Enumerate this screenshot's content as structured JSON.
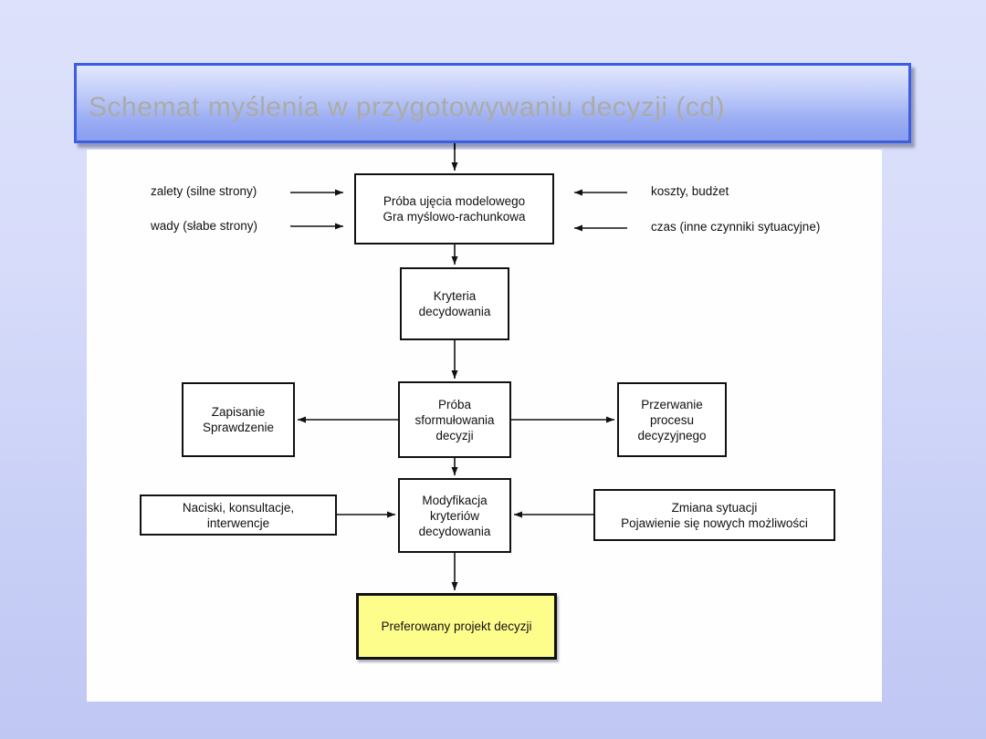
{
  "slide": {
    "title": "Schemat myślenia w przygotowywaniu decyzji (cd)"
  },
  "colors": {
    "background_top": "#dde1fb",
    "background_bottom": "#bfc7f3",
    "banner_border": "#3c5fe2",
    "banner_gradient_top": "#e2e8fd",
    "banner_gradient_bottom": "#8a9df0",
    "title_text": "#abaca6",
    "panel_background": "#fefefe",
    "node_border": "#111111",
    "node_fill": "#ffffff",
    "highlight_node_fill": "#fdfd8b",
    "arrow": "#111111"
  },
  "flowchart": {
    "nodes": {
      "model": {
        "label": "Próba ujęcia modelowego\nGra myślowo-rachunkowa"
      },
      "kryteria": {
        "label": "Kryteria\ndecydowania"
      },
      "zapisanie": {
        "label": "Zapisanie\nSprawdzenie"
      },
      "proba": {
        "label": "Próba\nsformułowania\ndecyzji"
      },
      "przerwanie": {
        "label": "Przerwanie\nprocesu\ndecyzyjnego"
      },
      "naciski": {
        "label": "Naciski,  konsultacje,\ninterwencje"
      },
      "modyfikacja": {
        "label": "Modyfikacja\nkryteriów\ndecydowania"
      },
      "zmiana": {
        "label": "Zmiana sytuacji\nPojawienie się nowych możliwości"
      },
      "preferowany": {
        "label": "Preferowany projekt decyzji",
        "highlight": true
      }
    },
    "side_labels": {
      "zalety": "zalety (silne strony)",
      "wady": "wady (słabe strony)",
      "koszty": "koszty, budżet",
      "czas": "czas (inne czynniki sytuacyjne)"
    }
  }
}
